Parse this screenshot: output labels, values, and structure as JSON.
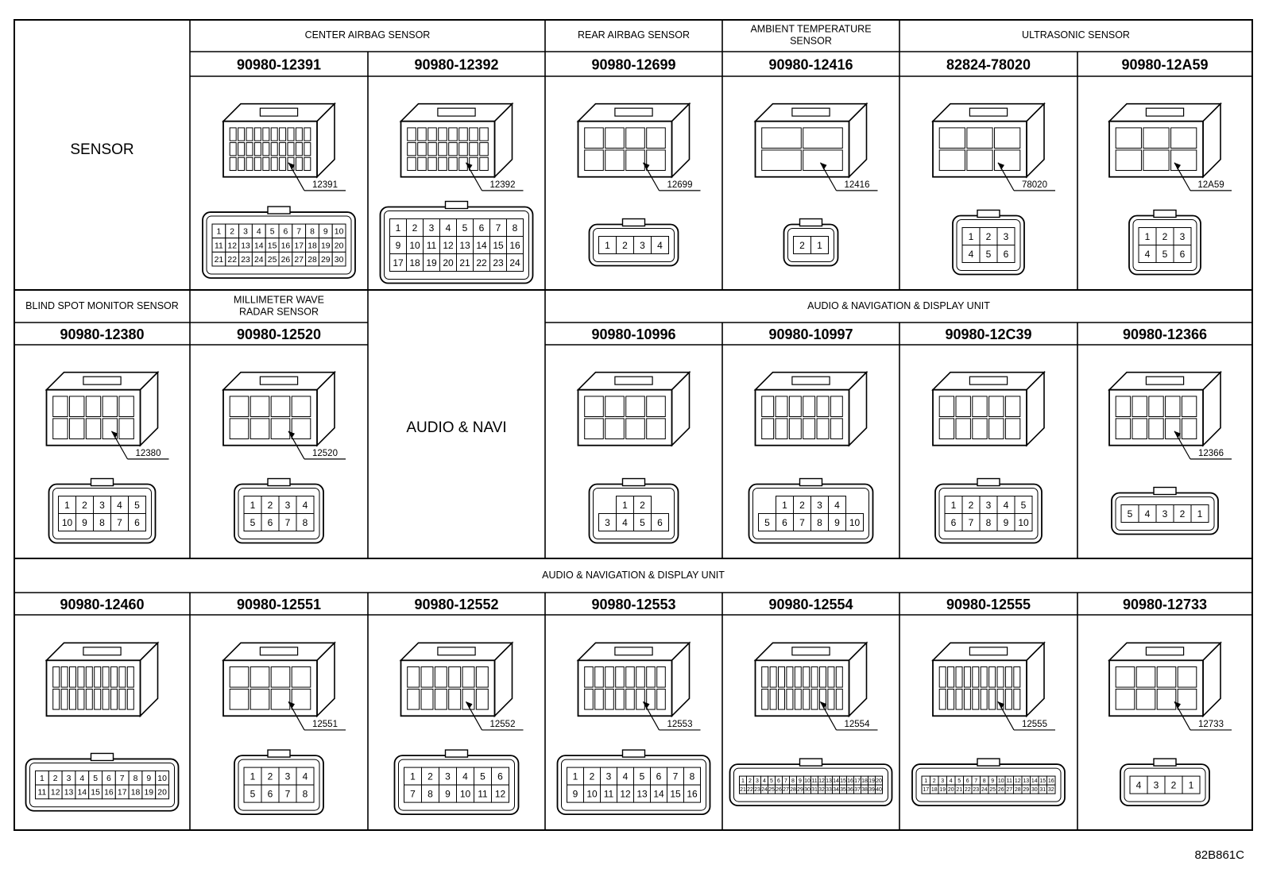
{
  "groups": {
    "sensor": "SENSOR",
    "center_airbag": "CENTER AIRBAG SENSOR",
    "rear_airbag": "REAR AIRBAG SENSOR",
    "ambient_temp": "AMBIENT TEMPERATURE\nSENSOR",
    "ultrasonic": "ULTRASONIC SENSOR",
    "blind_spot": "BLIND SPOT MONITOR SENSOR",
    "mmwave": "MILLIMETER WAVE\nRADAR SENSOR",
    "audio_navi": "AUDIO & NAVI",
    "audio_nav_display_1": "AUDIO & NAVIGATION & DISPLAY UNIT",
    "audio_nav_display_2": "AUDIO & NAVIGATION & DISPLAY UNIT"
  },
  "connectors": [
    {
      "part": "90980-12391",
      "tag": "12391",
      "face": [
        [
          "1",
          "2",
          "3",
          "4",
          "5",
          "6",
          "7",
          "8",
          "9",
          "10"
        ],
        [
          "11",
          "12",
          "13",
          "14",
          "15",
          "16",
          "17",
          "18",
          "19",
          "20"
        ],
        [
          "21",
          "22",
          "23",
          "24",
          "25",
          "26",
          "27",
          "28",
          "29",
          "30"
        ]
      ]
    },
    {
      "part": "90980-12392",
      "tag": "12392",
      "face": [
        [
          "1",
          "2",
          "3",
          "4",
          "5",
          "6",
          "7",
          "8"
        ],
        [
          "9",
          "10",
          "11",
          "12",
          "13",
          "14",
          "15",
          "16"
        ],
        [
          "17",
          "18",
          "19",
          "20",
          "21",
          "22",
          "23",
          "24"
        ]
      ]
    },
    {
      "part": "90980-12699",
      "tag": "12699",
      "face": [
        [
          "1",
          "2",
          "3",
          "4"
        ]
      ]
    },
    {
      "part": "90980-12416",
      "tag": "12416",
      "face": [
        [
          "2",
          "1"
        ]
      ]
    },
    {
      "part": "82824-78020",
      "tag": "78020",
      "face": [
        [
          "1",
          "2",
          "3"
        ],
        [
          "4",
          "5",
          "6"
        ]
      ]
    },
    {
      "part": "90980-12A59",
      "tag": "12A59",
      "face": [
        [
          "1",
          "2",
          "3"
        ],
        [
          "4",
          "5",
          "6"
        ]
      ]
    },
    {
      "part": "90980-12380",
      "tag": "12380",
      "face": [
        [
          "1",
          "2",
          "3",
          "4",
          "5"
        ],
        [
          "10",
          "9",
          "8",
          "7",
          "6"
        ]
      ]
    },
    {
      "part": "90980-12520",
      "tag": "12520",
      "face": [
        [
          "1",
          "2",
          "3",
          "4"
        ],
        [
          "5",
          "6",
          "7",
          "8"
        ]
      ]
    },
    {
      "part": "90980-10996",
      "tag": "",
      "face": [
        [
          "1",
          "2"
        ],
        [
          "3",
          "4",
          "5",
          "6"
        ]
      ]
    },
    {
      "part": "90980-10997",
      "tag": "",
      "face": [
        [
          "1",
          "2",
          "3",
          "4"
        ],
        [
          "5",
          "6",
          "7",
          "8",
          "9",
          "10"
        ]
      ]
    },
    {
      "part": "90980-12C39",
      "tag": "",
      "face": [
        [
          "1",
          "2",
          "3",
          "4",
          "5"
        ],
        [
          "6",
          "7",
          "8",
          "9",
          "10"
        ]
      ]
    },
    {
      "part": "90980-12366",
      "tag": "12366",
      "face": [
        [
          "5",
          "4",
          "3",
          "2",
          "1"
        ]
      ]
    },
    {
      "part": "90980-12460",
      "tag": "",
      "face": [
        [
          "1",
          "2",
          "3",
          "4",
          "5",
          "6",
          "7",
          "8",
          "9",
          "10"
        ],
        [
          "11",
          "12",
          "13",
          "14",
          "15",
          "16",
          "17",
          "18",
          "19",
          "20"
        ]
      ]
    },
    {
      "part": "90980-12551",
      "tag": "12551",
      "face": [
        [
          "1",
          "2",
          "3",
          "4"
        ],
        [
          "5",
          "6",
          "7",
          "8"
        ]
      ]
    },
    {
      "part": "90980-12552",
      "tag": "12552",
      "face": [
        [
          "1",
          "2",
          "3",
          "4",
          "5",
          "6"
        ],
        [
          "7",
          "8",
          "9",
          "10",
          "11",
          "12"
        ]
      ]
    },
    {
      "part": "90980-12553",
      "tag": "12553",
      "face": [
        [
          "1",
          "2",
          "3",
          "4",
          "5",
          "6",
          "7",
          "8"
        ],
        [
          "9",
          "10",
          "11",
          "12",
          "13",
          "14",
          "15",
          "16"
        ]
      ]
    },
    {
      "part": "90980-12554",
      "tag": "12554",
      "face": [
        [
          "1",
          "2",
          "3",
          "4",
          "5",
          "6",
          "7",
          "8",
          "9",
          "10",
          "11",
          "12",
          "13",
          "14",
          "15",
          "16",
          "17",
          "18",
          "19",
          "20"
        ],
        [
          "21",
          "22",
          "23",
          "24",
          "25",
          "26",
          "27",
          "28",
          "29",
          "30",
          "31",
          "32",
          "33",
          "34",
          "35",
          "36",
          "37",
          "38",
          "39",
          "40"
        ]
      ]
    },
    {
      "part": "90980-12555",
      "tag": "12555",
      "face": [
        [
          "1",
          "2",
          "3",
          "4",
          "5",
          "6",
          "7",
          "8",
          "9",
          "10",
          "11",
          "12",
          "13",
          "14",
          "15",
          "16"
        ],
        [
          "17",
          "18",
          "19",
          "20",
          "21",
          "22",
          "23",
          "24",
          "25",
          "26",
          "27",
          "28",
          "29",
          "30",
          "31",
          "32"
        ]
      ]
    },
    {
      "part": "90980-12733",
      "tag": "12733",
      "face": [
        [
          "4",
          "3",
          "2",
          "1"
        ]
      ]
    }
  ],
  "figure_code": "82B861C"
}
